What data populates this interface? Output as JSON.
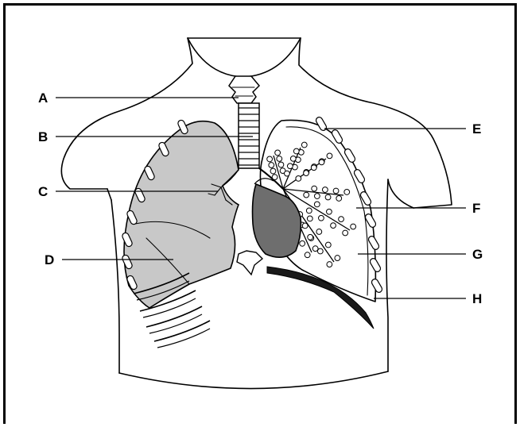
{
  "labels": {
    "a": "A",
    "b": "B",
    "c": "C",
    "d": "D",
    "e": "E",
    "f": "F",
    "g": "G",
    "h": "H"
  },
  "colors": {
    "lung_fill": "#c8c8c8",
    "heart_fill": "#6e6e6e",
    "outline": "#000000",
    "background": "#ffffff"
  }
}
